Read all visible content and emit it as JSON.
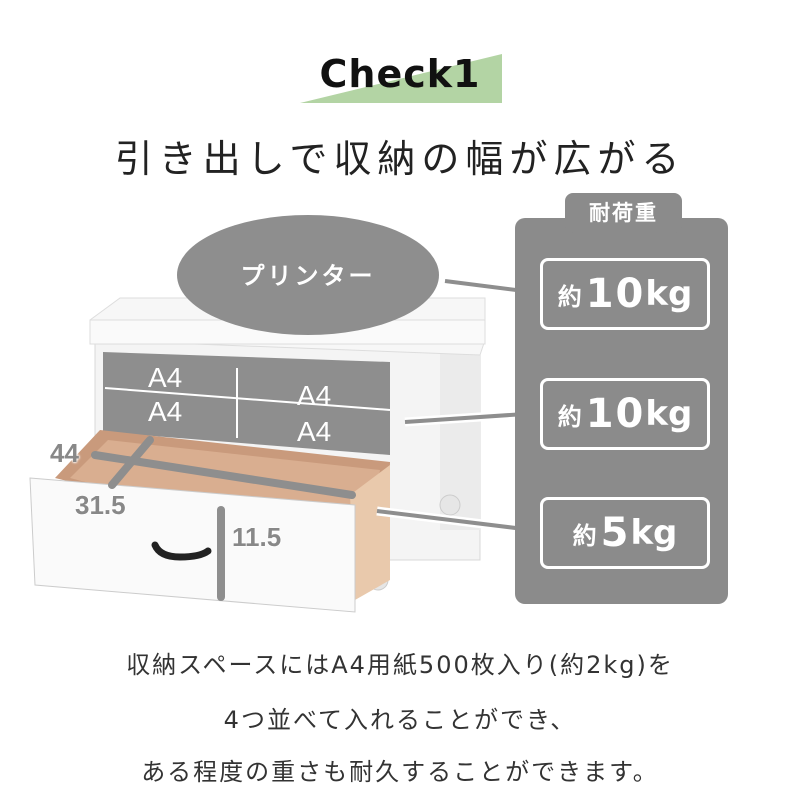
{
  "badge": {
    "label": "Check1",
    "accent_color": "#b3d4a4"
  },
  "headline": "引き出しで収納の幅が広がる",
  "printer_label": "プリンター",
  "load_panel": {
    "title": "耐荷重",
    "items": [
      {
        "prefix": "約",
        "value": "10",
        "unit": "kg"
      },
      {
        "prefix": "約",
        "value": "10",
        "unit": "kg"
      },
      {
        "prefix": "約",
        "value": "5",
        "unit": "kg"
      }
    ]
  },
  "paper_labels": [
    "A4",
    "A4",
    "A4",
    "A4"
  ],
  "dimensions": {
    "width": "44",
    "depth": "31.5",
    "height": "11.5"
  },
  "description": [
    "収納スペースにはA4用紙500枚入り(約2kg)を",
    "4つ並べて入れることができ、",
    "ある程度の重さも耐久することができます。"
  ]
}
